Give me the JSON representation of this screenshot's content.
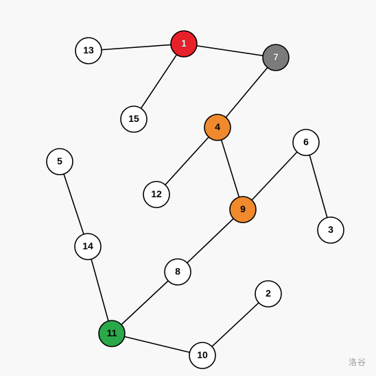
{
  "graph": {
    "nodes": [
      {
        "id": "1",
        "label": "1",
        "fill": "#e8202a",
        "text": "#ffffff"
      },
      {
        "id": "2",
        "label": "2",
        "fill": "#ffffff",
        "text": "#000000"
      },
      {
        "id": "3",
        "label": "3",
        "fill": "#ffffff",
        "text": "#000000"
      },
      {
        "id": "4",
        "label": "4",
        "fill": "#f08a2c",
        "text": "#000000"
      },
      {
        "id": "5",
        "label": "5",
        "fill": "#ffffff",
        "text": "#000000"
      },
      {
        "id": "6",
        "label": "6",
        "fill": "#ffffff",
        "text": "#000000"
      },
      {
        "id": "7",
        "label": "7",
        "fill": "#7b7b7b",
        "text": "#ffffff"
      },
      {
        "id": "8",
        "label": "8",
        "fill": "#ffffff",
        "text": "#000000"
      },
      {
        "id": "9",
        "label": "9",
        "fill": "#f08a2c",
        "text": "#000000"
      },
      {
        "id": "10",
        "label": "10",
        "fill": "#ffffff",
        "text": "#000000"
      },
      {
        "id": "11",
        "label": "11",
        "fill": "#2aa84a",
        "text": "#000000"
      },
      {
        "id": "12",
        "label": "12",
        "fill": "#ffffff",
        "text": "#000000"
      },
      {
        "id": "13",
        "label": "13",
        "fill": "#ffffff",
        "text": "#000000"
      },
      {
        "id": "14",
        "label": "14",
        "fill": "#ffffff",
        "text": "#000000"
      },
      {
        "id": "15",
        "label": "15",
        "fill": "#ffffff",
        "text": "#000000"
      }
    ],
    "edges": [
      [
        "13",
        "1"
      ],
      [
        "1",
        "7"
      ],
      [
        "1",
        "15"
      ],
      [
        "7",
        "4"
      ],
      [
        "4",
        "12"
      ],
      [
        "4",
        "9"
      ],
      [
        "9",
        "6"
      ],
      [
        "6",
        "3"
      ],
      [
        "9",
        "8"
      ],
      [
        "8",
        "11"
      ],
      [
        "5",
        "14"
      ],
      [
        "14",
        "11"
      ],
      [
        "11",
        "10"
      ],
      [
        "10",
        "2"
      ]
    ]
  },
  "watermark": "洛谷"
}
